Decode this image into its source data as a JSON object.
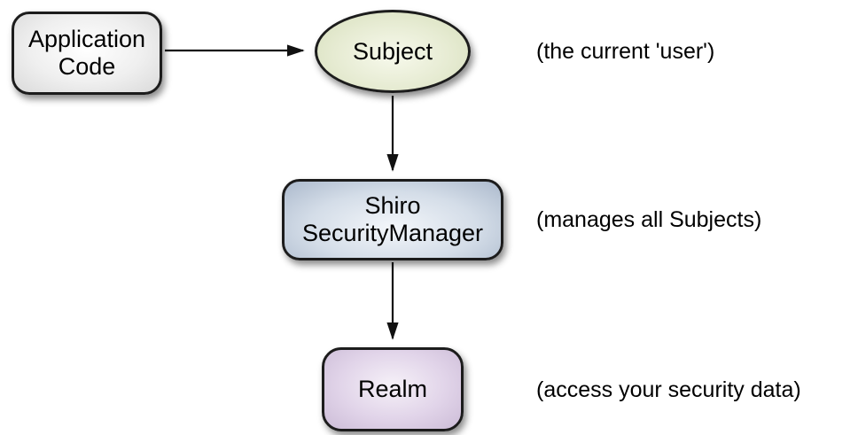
{
  "diagram": {
    "title_visible": false,
    "nodes": [
      {
        "id": "application-code",
        "shape": "rounded-rectangle",
        "label": "Application\nCode",
        "fill": "#e9e9e9"
      },
      {
        "id": "subject",
        "shape": "ellipse",
        "label": "Subject",
        "fill": "#e3e9cc"
      },
      {
        "id": "shiro-security-manager",
        "shape": "rounded-rectangle",
        "label": "Shiro\nSecurityManager",
        "fill": "#c6d2e0"
      },
      {
        "id": "realm",
        "shape": "rounded-rectangle",
        "label": "Realm",
        "fill": "#dccfe4"
      }
    ],
    "annotations": [
      {
        "for": "subject",
        "text": "(the current 'user')"
      },
      {
        "for": "shiro-security-manager",
        "text": "(manages all Subjects)"
      },
      {
        "for": "realm",
        "text": "(access your security data)"
      }
    ],
    "edges": [
      {
        "from": "application-code",
        "to": "subject",
        "direction": "right"
      },
      {
        "from": "subject",
        "to": "shiro-security-manager",
        "direction": "down"
      },
      {
        "from": "shiro-security-manager",
        "to": "realm",
        "direction": "down"
      }
    ],
    "colors": {
      "bg": "#ffffff",
      "border": "#1c1c1c",
      "arrow": "#111111",
      "text": "#000000"
    }
  }
}
